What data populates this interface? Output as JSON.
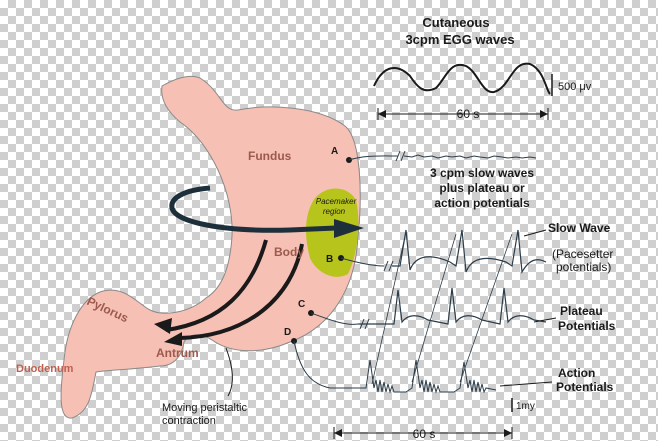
{
  "egg": {
    "title_line1": "Cutaneous",
    "title_line2": "3cpm EGG waves",
    "scale": "500 μv",
    "time": "60 s"
  },
  "organ_labels": {
    "fundus": "Fundus",
    "body": "Body",
    "pylorus": "Pylorus",
    "antrum": "Antrum",
    "duodenum": "Duodenum",
    "pacemaker_line1": "Pacemaker",
    "pacemaker_line2": "region"
  },
  "point_labels": {
    "a": "A",
    "b": "B",
    "c": "C",
    "d": "D"
  },
  "slow_wave_heading": {
    "line1": "3 cpm slow waves",
    "line2": "plus plateau or",
    "line3": "action potentials"
  },
  "trace_labels": {
    "slow_wave": "Slow Wave",
    "pacesetter_line1": "(Pacesetter",
    "pacesetter_line2": "potentials)",
    "plateau_line1": "Plateau",
    "plateau_line2": "Potentials",
    "action_line1": "Action",
    "action_line2": "Potentials"
  },
  "bottom": {
    "peristaltic_line1": "Moving peristaltic",
    "peristaltic_line2": "contraction",
    "scale": "1my",
    "time": "60 s"
  },
  "colors": {
    "stomach_fill": "#f6c0b4",
    "stomach_outline": "#8a8a8a",
    "pacemaker": "#b7c41b",
    "arrow": "#1a1a1a",
    "ring": "#1c2f3a",
    "trace": "#2b3d4a"
  }
}
